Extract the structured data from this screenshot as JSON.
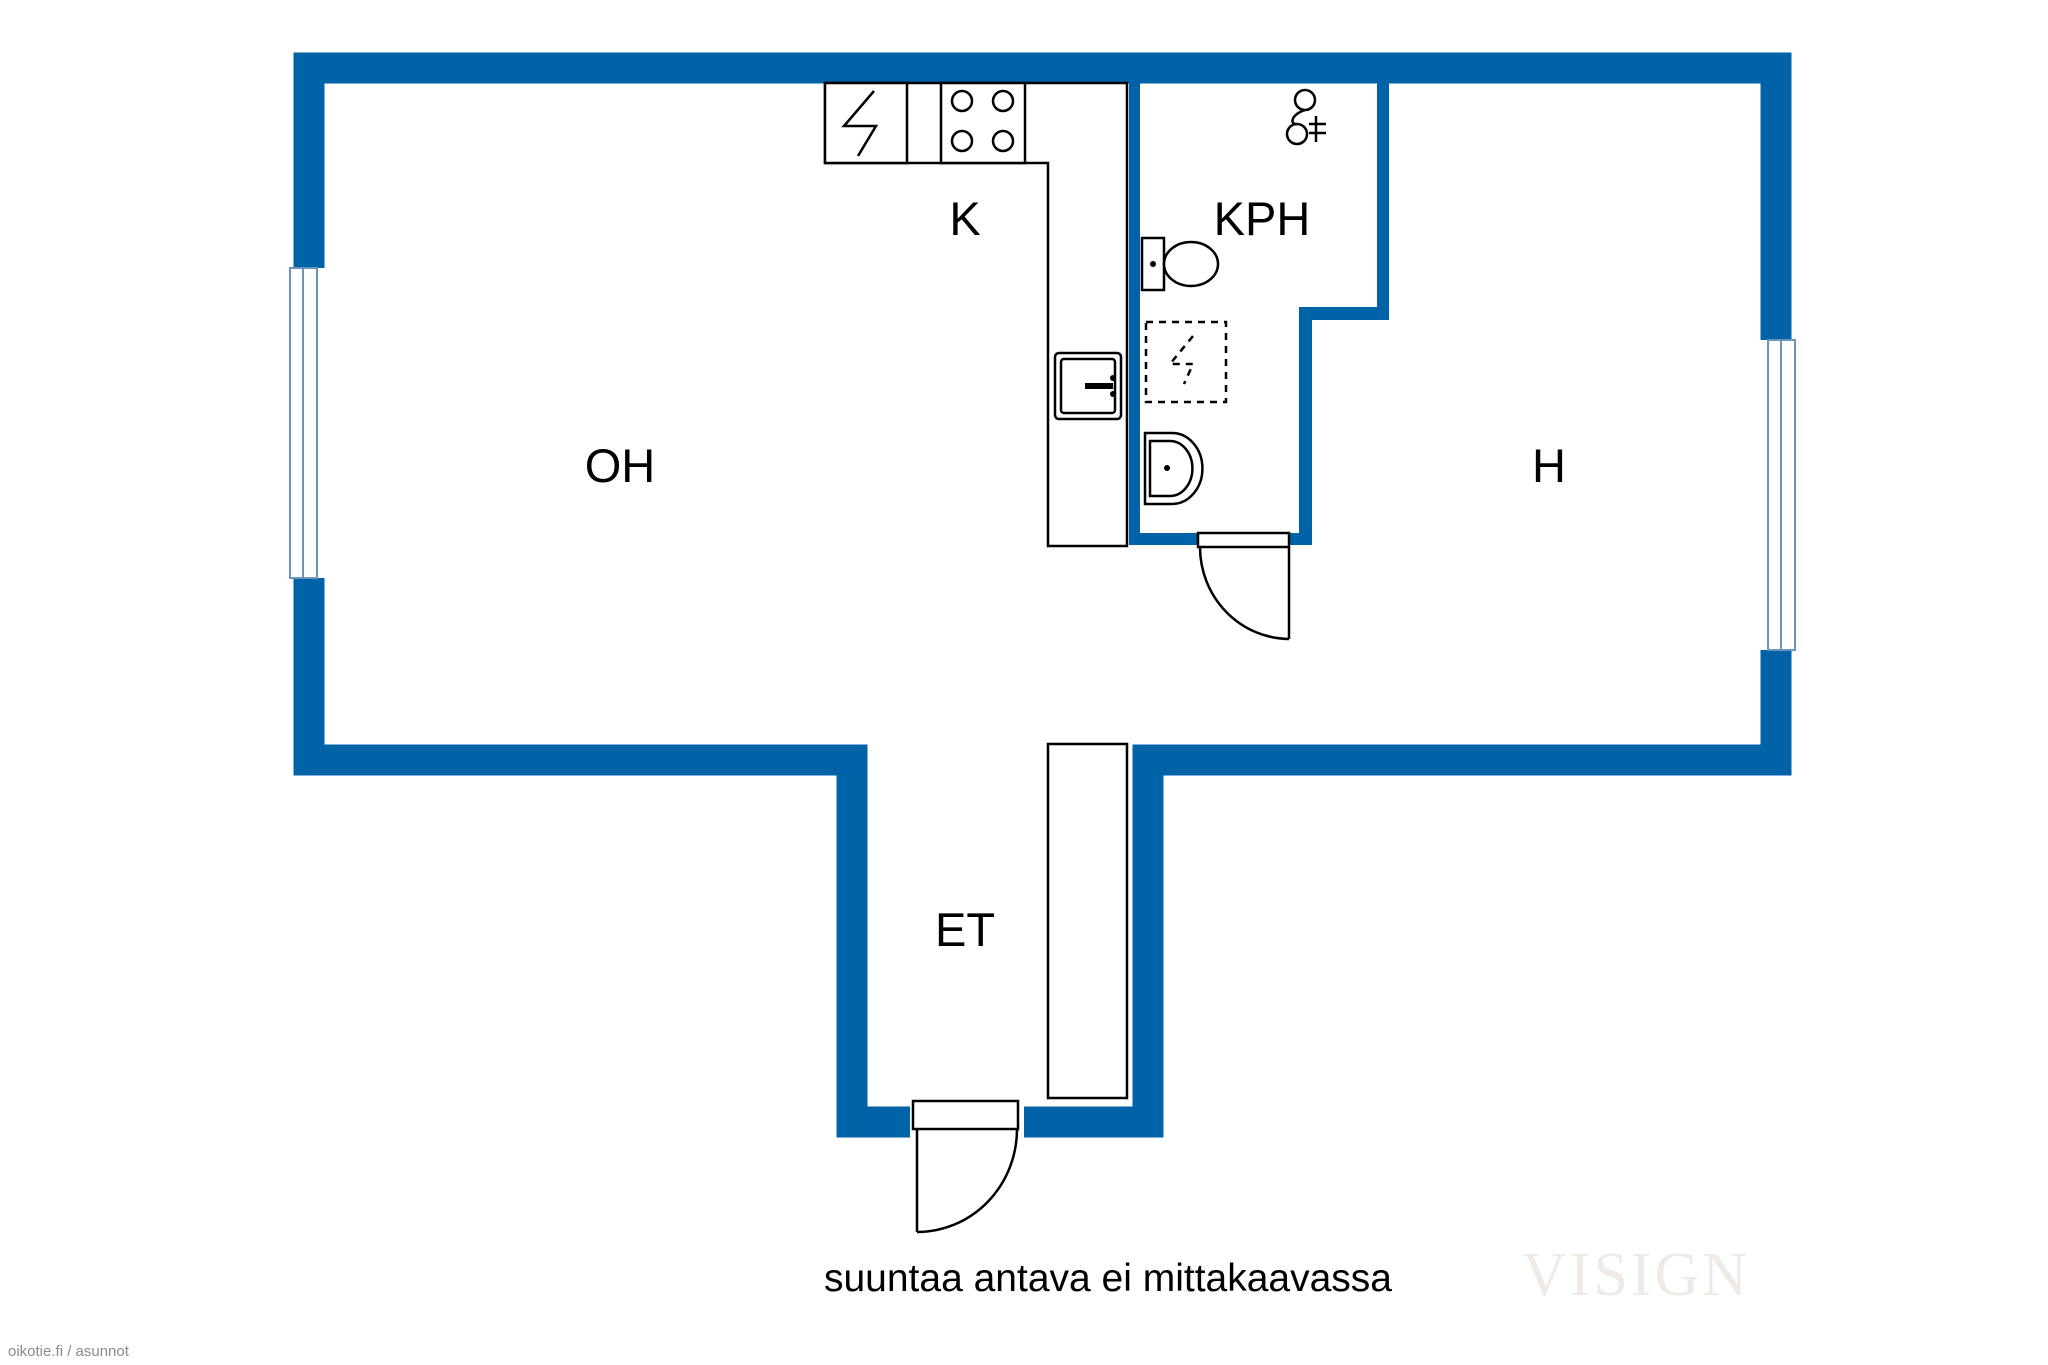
{
  "rooms": {
    "living": "OH",
    "kitchen": "K",
    "bathroom": "KPH",
    "bedroom": "H",
    "entry": "ET"
  },
  "caption": "suuntaa antava ei mittakaavassa",
  "watermark": "VISIGN",
  "source": "oikotie.fi / asunnot",
  "colors": {
    "wall": "#0062a7",
    "background": "#ffffff",
    "fixture_stroke": "#000000"
  },
  "icons": [
    "stove-icon",
    "hob-icon",
    "sink-icon",
    "shower-icon",
    "toilet-icon",
    "washing-machine-icon",
    "washbasin-icon",
    "door-icon",
    "window-icon"
  ]
}
